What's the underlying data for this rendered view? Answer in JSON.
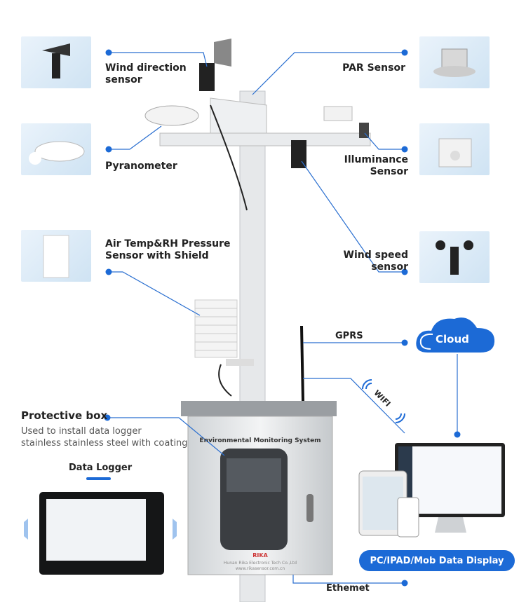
{
  "labels": {
    "wind_direction": [
      "Wind direction",
      "sensor"
    ],
    "par": "PAR Sensor",
    "pyranometer": "Pyranometer",
    "illuminance": [
      "Illuminance",
      "Sensor"
    ],
    "air_temp": [
      "Air Temp&RH Pressure",
      "Sensor with Shield"
    ],
    "wind_speed": [
      "Wind speed",
      "sensor"
    ],
    "gprs": "GPRS",
    "wifi": "WIFI",
    "cloud": "Cloud",
    "protective_box": "Protective box",
    "protective_box_desc": [
      "Used to install data logger",
      "stainless stainless steel with coating"
    ],
    "data_logger": "Data Logger",
    "display": "PC/IPAD/Mob Data Display",
    "ethernet": "Ethemet",
    "box_title": "Environmental Monitoring System",
    "box_brand": "RIKA",
    "box_company": "Hunan Rika Electronic Tech Co.,Ltd",
    "box_url": "www.rikasensor.com.cn"
  },
  "colors": {
    "accent": "#1c6ad6",
    "line": "#2a6fd0"
  }
}
